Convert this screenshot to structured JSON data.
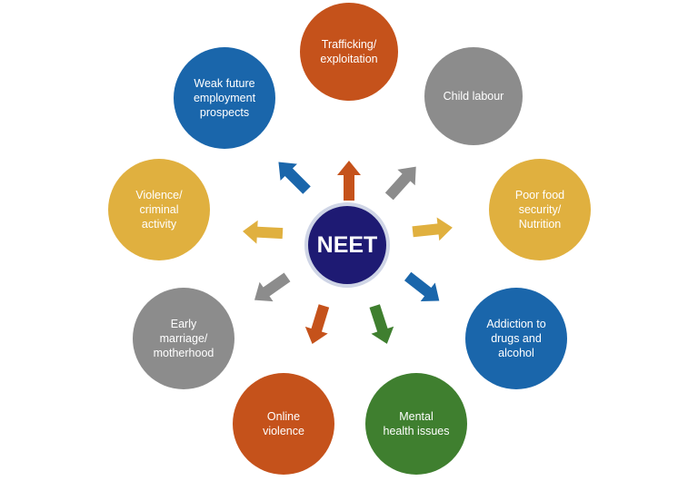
{
  "center": {
    "label": "NEET",
    "color": "#1e1a73"
  },
  "nodes": [
    {
      "id": "trafficking",
      "label": "Trafficking/\nexploitation",
      "color": "#c5521b"
    },
    {
      "id": "child-labour",
      "label": "Child  labour",
      "color": "#8c8c8c"
    },
    {
      "id": "food-security",
      "label": "Poor food\nsecurity/\nNutrition",
      "color": "#e0b03f"
    },
    {
      "id": "addiction",
      "label": "Addiction to\ndrugs and\nalcohol",
      "color": "#1a66ab"
    },
    {
      "id": "mental-health",
      "label": "Mental\nhealth issues",
      "color": "#3f7f2f"
    },
    {
      "id": "online-violence",
      "label": "Online\nviolence",
      "color": "#c5521b"
    },
    {
      "id": "early-marriage",
      "label": "Early\nmarriage/\nmotherhood",
      "color": "#8c8c8c"
    },
    {
      "id": "violence-criminal",
      "label": "Violence/\ncriminal\nactivity",
      "color": "#e0b03f"
    },
    {
      "id": "weak-employment",
      "label": "Weak future\nemployment\nprospects",
      "color": "#1a66ab"
    }
  ],
  "arrows": [
    {
      "id": "trafficking",
      "color": "#c5521b"
    },
    {
      "id": "child-labour",
      "color": "#8c8c8c"
    },
    {
      "id": "food-security",
      "color": "#e0b03f"
    },
    {
      "id": "addiction",
      "color": "#1a66ab"
    },
    {
      "id": "mental-health",
      "color": "#3f7f2f"
    },
    {
      "id": "online-violence",
      "color": "#c5521b"
    },
    {
      "id": "early-marriage",
      "color": "#8c8c8c"
    },
    {
      "id": "violence-criminal",
      "color": "#e0b03f"
    },
    {
      "id": "weak-employment",
      "color": "#1a66ab"
    }
  ]
}
